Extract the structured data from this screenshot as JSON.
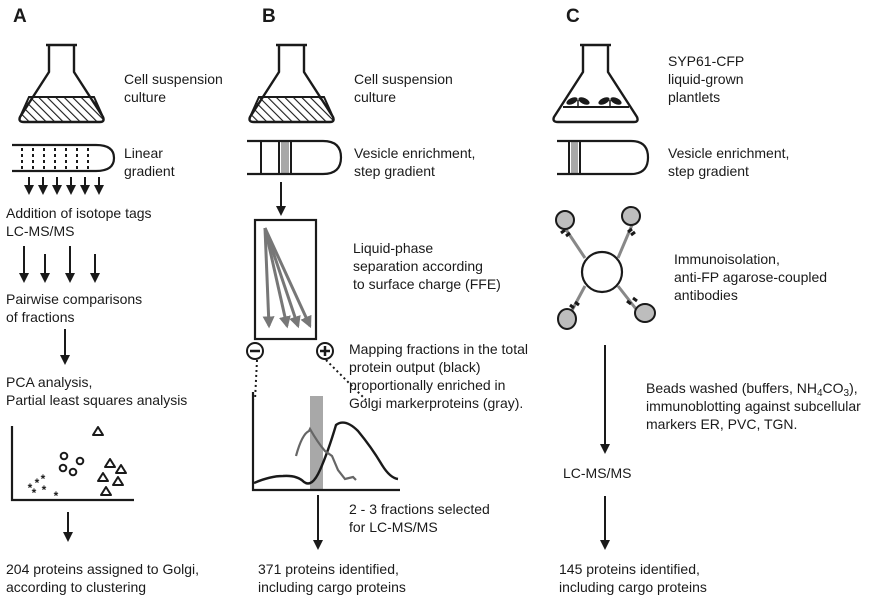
{
  "panels": [
    {
      "label": "A",
      "culture": [
        "Cell suspension",
        "culture"
      ],
      "gradient": [
        "Linear",
        "gradient"
      ],
      "isotope": [
        "Addition of isotope tags",
        "LC-MS/MS"
      ],
      "pairwise": [
        "Pairwise comparisons",
        "of fractions"
      ],
      "pca": [
        "PCA analysis,",
        "Partial least squares analysis"
      ],
      "result": [
        "204 proteins assigned to Golgi,",
        "according to clustering"
      ]
    },
    {
      "label": "B",
      "culture": [
        "Cell suspension",
        "culture"
      ],
      "vesicle": [
        "Vesicle enrichment,",
        "step gradient"
      ],
      "ffe": [
        "Liquid-phase",
        "separation according",
        "to surface charge (FFE)"
      ],
      "mapping": [
        "Mapping fractions in the total",
        "protein output (black)",
        "proportionally enriched in",
        "Golgi markerproteins (gray)."
      ],
      "minus": "−",
      "plus": "+",
      "selected": [
        "2 - 3 fractions selected",
        "for LC-MS/MS"
      ],
      "result": [
        "371 proteins identified,",
        "including cargo proteins"
      ]
    },
    {
      "label": "C",
      "culture": [
        "SYP61-CFP",
        "liquid-grown",
        "plantlets"
      ],
      "vesicle": [
        "Vesicle enrichment,",
        "step gradient"
      ],
      "immuno": [
        "Immunoisolation,",
        "anti-FP agarose-coupled",
        "antibodies"
      ],
      "beads_line1_pre": "Beads washed (buffers, NH",
      "beads_sub1": "4",
      "beads_mid": "CO",
      "beads_sub2": "3",
      "beads_line1_post": "),",
      "beads_line2": "immunoblotting against subcellular",
      "beads_line3": "markers ER, PVC, TGN.",
      "lcms": "LC-MS/MS",
      "result": [
        "145 proteins identified,",
        "including cargo proteins"
      ]
    }
  ],
  "colors": {
    "ink": "#1a1a1a",
    "gray": "#777777",
    "lightgray": "#a8a8a8",
    "bead": "#bdbdbd"
  }
}
